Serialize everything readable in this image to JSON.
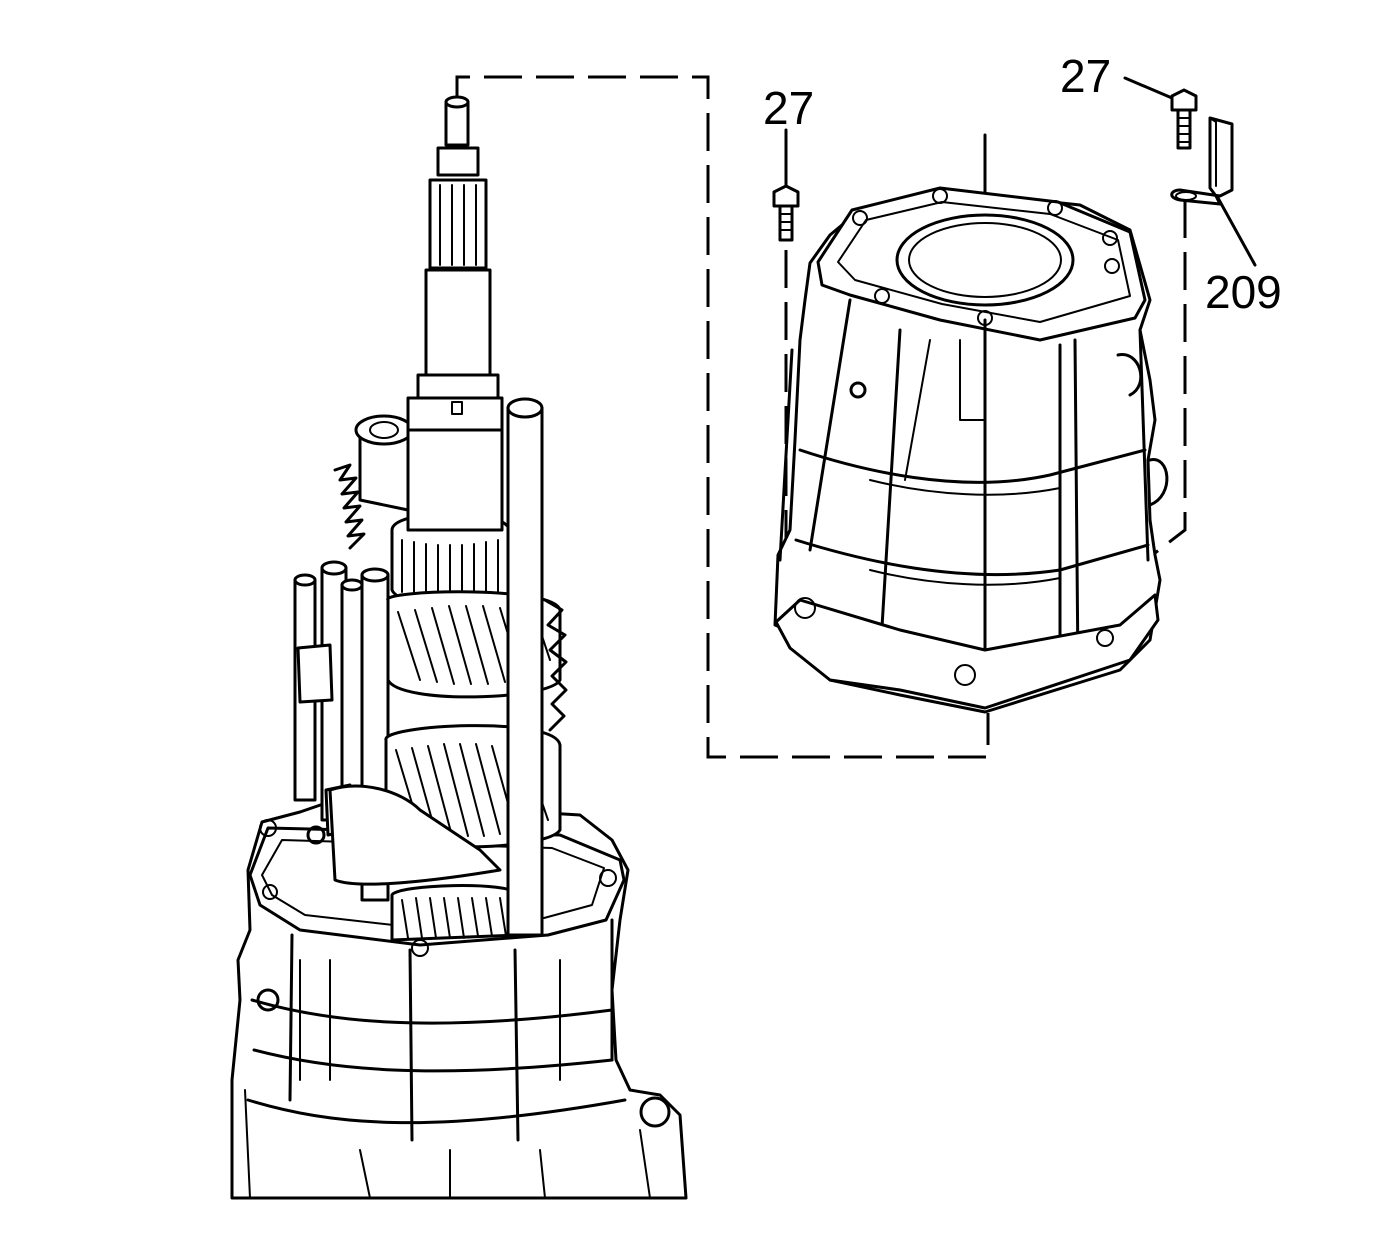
{
  "callouts": {
    "bolt_left": "27",
    "bolt_right": "27",
    "bracket": "209"
  }
}
